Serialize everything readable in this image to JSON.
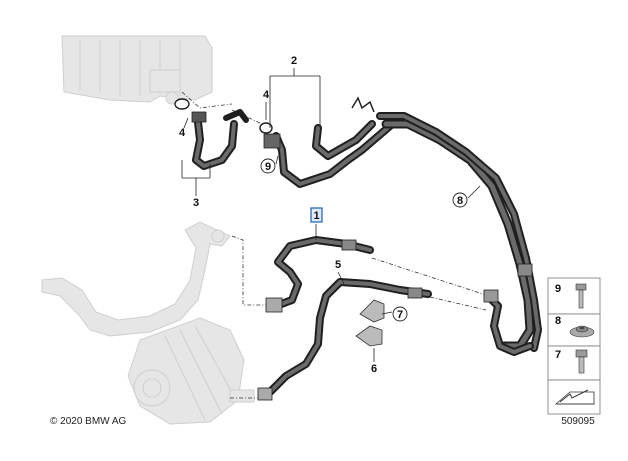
{
  "callouts": {
    "c1": "1",
    "c2": "2",
    "c3": "3",
    "c4a": "4",
    "c4b": "4",
    "c5": "5",
    "c6": "6",
    "c7": "7",
    "c8": "8",
    "c9": "9"
  },
  "panel": {
    "p9": "9",
    "p8": "8",
    "p7": "7"
  },
  "footer": {
    "copyright": "© 2020 BMW AG",
    "diagram_number": "509095"
  },
  "colors": {
    "hose": "#1f1f1f",
    "ghost_parts": "#e6e6e6",
    "highlight": "#1b5fb4"
  }
}
